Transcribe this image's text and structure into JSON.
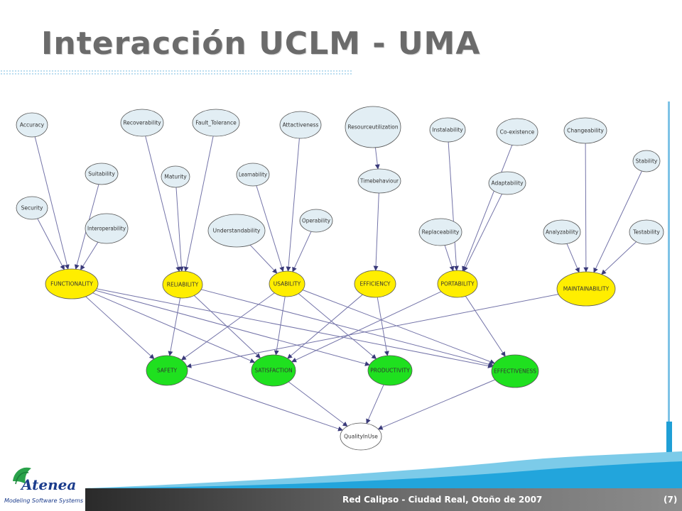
{
  "slide": {
    "title": "Interacción UCLM - UMA",
    "footer": "Red Calipso - Ciudad Real, Otoño de 2007",
    "page": "(7)"
  },
  "logo": {
    "name": "Atenea",
    "tagline": "Modeling Software Systems"
  },
  "colors": {
    "attribute": "#e2eef4",
    "characteristic": "#ffee00",
    "quality_in_use": "#1fe01f",
    "root": "#ffffff",
    "edge": "#7373a8"
  },
  "diagram": {
    "nodes": [
      {
        "id": "accuracy",
        "label": "Accuracy",
        "kind": "attribute"
      },
      {
        "id": "recoverability",
        "label": "Recoverability",
        "kind": "attribute"
      },
      {
        "id": "fault_tolerance",
        "label": "Fault_Tolerance",
        "kind": "attribute"
      },
      {
        "id": "attractiveness",
        "label": "Attactiveness",
        "kind": "attribute"
      },
      {
        "id": "resourceutilization",
        "label": "Resourceutilization",
        "kind": "attribute"
      },
      {
        "id": "instalability",
        "label": "Instalability",
        "kind": "attribute"
      },
      {
        "id": "coexistence",
        "label": "Co-existence",
        "kind": "attribute"
      },
      {
        "id": "changeability",
        "label": "Changeability",
        "kind": "attribute"
      },
      {
        "id": "stability",
        "label": "Stability",
        "kind": "attribute"
      },
      {
        "id": "suitability",
        "label": "Suitability",
        "kind": "attribute"
      },
      {
        "id": "maturity",
        "label": "Maturity",
        "kind": "attribute"
      },
      {
        "id": "learnability",
        "label": "Learnability",
        "kind": "attribute"
      },
      {
        "id": "timebehaviour",
        "label": "Timebehaviour",
        "kind": "attribute"
      },
      {
        "id": "adaptability",
        "label": "Adaptability",
        "kind": "attribute"
      },
      {
        "id": "security",
        "label": "Security",
        "kind": "attribute"
      },
      {
        "id": "interoperability",
        "label": "Interoperability",
        "kind": "attribute"
      },
      {
        "id": "understandability",
        "label": "Understandability",
        "kind": "attribute"
      },
      {
        "id": "operability",
        "label": "Operability",
        "kind": "attribute"
      },
      {
        "id": "replaceability",
        "label": "Replaceability",
        "kind": "attribute"
      },
      {
        "id": "analyzability",
        "label": "Analyzability",
        "kind": "attribute"
      },
      {
        "id": "testability",
        "label": "Testability",
        "kind": "attribute"
      },
      {
        "id": "functionality",
        "label": "FUNCTIONALITY",
        "kind": "characteristic"
      },
      {
        "id": "reliability",
        "label": "RELIABILITY",
        "kind": "characteristic"
      },
      {
        "id": "usability",
        "label": "USABILITY",
        "kind": "characteristic"
      },
      {
        "id": "efficiency",
        "label": "EFFICIENCY",
        "kind": "characteristic"
      },
      {
        "id": "portability",
        "label": "PORTABILITY",
        "kind": "characteristic"
      },
      {
        "id": "maintainability",
        "label": "MAINTAINABILITY",
        "kind": "characteristic"
      },
      {
        "id": "safety",
        "label": "SAFETY",
        "kind": "quality_in_use"
      },
      {
        "id": "satisfaction",
        "label": "SATISFACTION",
        "kind": "quality_in_use"
      },
      {
        "id": "productivity",
        "label": "PRODUCTIVITY",
        "kind": "quality_in_use"
      },
      {
        "id": "effectiveness",
        "label": "EFFECTIVENESS",
        "kind": "quality_in_use"
      },
      {
        "id": "qualityinuse",
        "label": "QualityInUse",
        "kind": "root"
      }
    ],
    "edges": [
      [
        "accuracy",
        "functionality"
      ],
      [
        "suitability",
        "functionality"
      ],
      [
        "security",
        "functionality"
      ],
      [
        "interoperability",
        "functionality"
      ],
      [
        "recoverability",
        "reliability"
      ],
      [
        "maturity",
        "reliability"
      ],
      [
        "fault_tolerance",
        "reliability"
      ],
      [
        "attractiveness",
        "usability"
      ],
      [
        "learnability",
        "usability"
      ],
      [
        "understandability",
        "usability"
      ],
      [
        "operability",
        "usability"
      ],
      [
        "resourceutilization",
        "timebehaviour"
      ],
      [
        "timebehaviour",
        "efficiency"
      ],
      [
        "instalability",
        "portability"
      ],
      [
        "coexistence",
        "portability"
      ],
      [
        "adaptability",
        "portability"
      ],
      [
        "replaceability",
        "portability"
      ],
      [
        "changeability",
        "maintainability"
      ],
      [
        "stability",
        "maintainability"
      ],
      [
        "analyzability",
        "maintainability"
      ],
      [
        "testability",
        "maintainability"
      ],
      [
        "functionality",
        "safety"
      ],
      [
        "functionality",
        "satisfaction"
      ],
      [
        "functionality",
        "productivity"
      ],
      [
        "functionality",
        "effectiveness"
      ],
      [
        "reliability",
        "safety"
      ],
      [
        "reliability",
        "satisfaction"
      ],
      [
        "reliability",
        "effectiveness"
      ],
      [
        "usability",
        "safety"
      ],
      [
        "usability",
        "satisfaction"
      ],
      [
        "usability",
        "productivity"
      ],
      [
        "usability",
        "effectiveness"
      ],
      [
        "efficiency",
        "satisfaction"
      ],
      [
        "efficiency",
        "productivity"
      ],
      [
        "portability",
        "satisfaction"
      ],
      [
        "portability",
        "effectiveness"
      ],
      [
        "maintainability",
        "safety"
      ],
      [
        "safety",
        "qualityinuse"
      ],
      [
        "satisfaction",
        "qualityinuse"
      ],
      [
        "productivity",
        "qualityinuse"
      ],
      [
        "effectiveness",
        "qualityinuse"
      ]
    ]
  }
}
